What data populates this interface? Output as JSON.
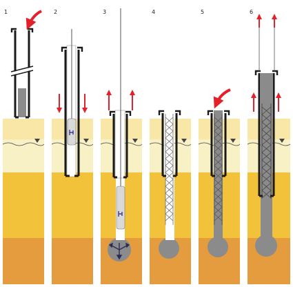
{
  "panels": [
    {
      "label": "1"
    },
    {
      "label": "2"
    },
    {
      "label": "3"
    },
    {
      "label": "4"
    },
    {
      "label": "5"
    },
    {
      "label": "6"
    }
  ],
  "colors": {
    "sky": "#ffffff",
    "sand_light": "#f8e7a6",
    "sand_pale": "#f7f1c5",
    "clay_yellow": "#f1c23a",
    "clay_orange": "#e59c3e",
    "concrete": "#8b8b8b",
    "casing": "#1a1a1a",
    "arrow_red": "#e4202a",
    "water_line": "#444444",
    "probe": "#d9d9d9",
    "reinforcement": "#6e6e6e"
  },
  "icons": [
    "curved-arrow-icon",
    "up-arrow-icon",
    "down-arrow-icon",
    "water-level-icon",
    "vibrator-probe-icon"
  ]
}
